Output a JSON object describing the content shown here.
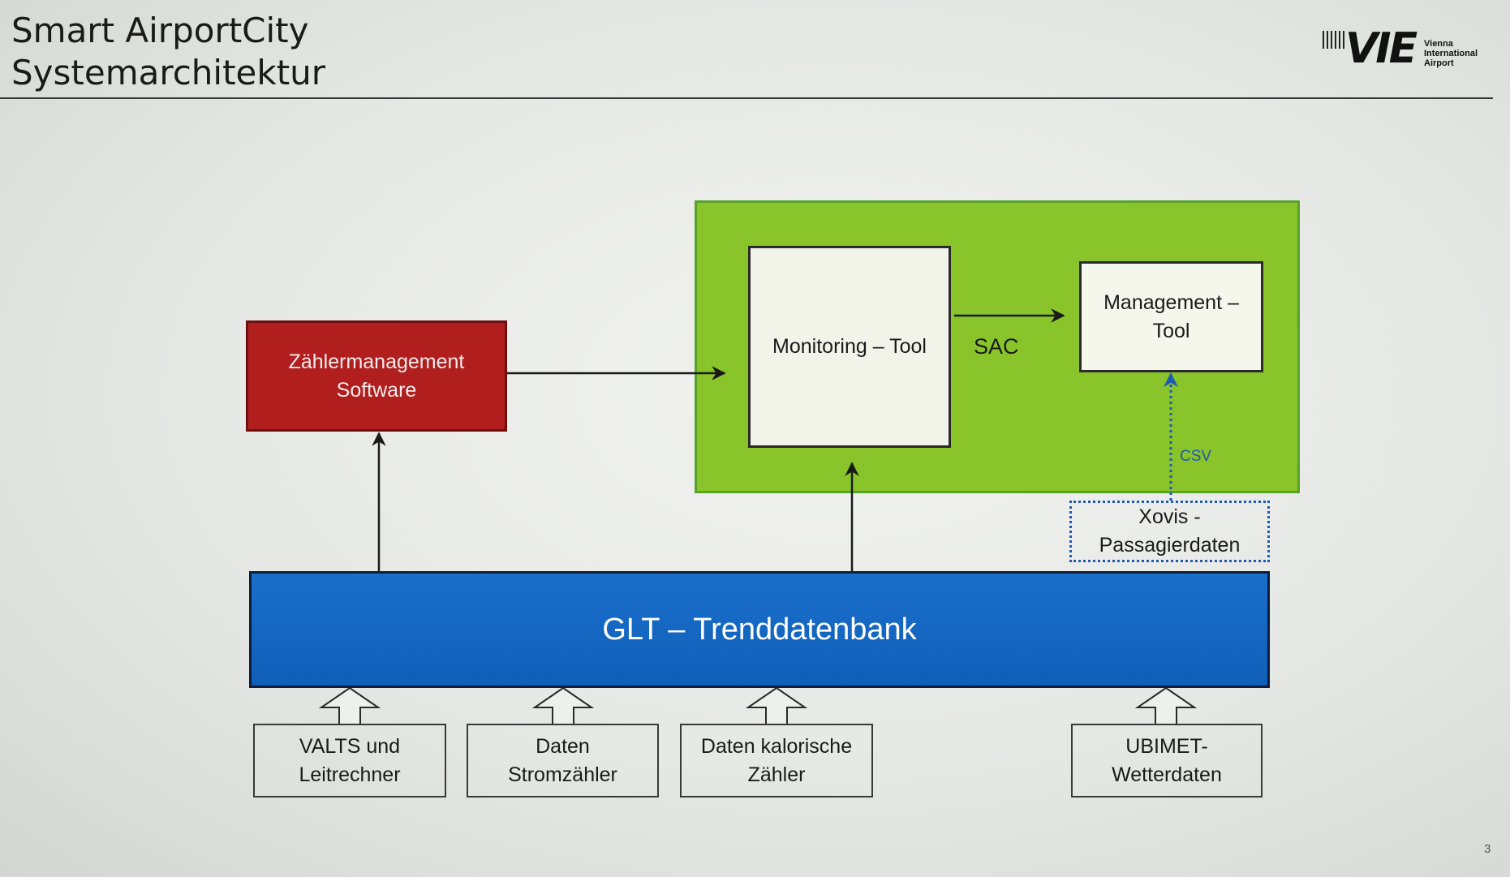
{
  "title": {
    "line1": "Smart AirportCity",
    "line2": "Systemarchitektur"
  },
  "logo": {
    "mark": "VIE",
    "line1": "Vienna",
    "line2": "International",
    "line3": "Airport"
  },
  "nodes": {
    "zaehler_line1": "Zählermanagement",
    "zaehler_line2": "Software",
    "monitoring": "Monitoring – Tool",
    "management_line1": "Management –",
    "management_line2": "Tool",
    "xovis_line1": "Xovis -",
    "xovis_line2": "Passagierdaten",
    "glt": "GLT – Trenddatenbank"
  },
  "sources": [
    {
      "line1": "VALTS und",
      "line2": "Leitrechner"
    },
    {
      "line1": "Daten",
      "line2": "Stromzähler"
    },
    {
      "line1": "Daten kalorische",
      "line2": "Zähler"
    },
    {
      "line1": "UBIMET-",
      "line2": "Wetterdaten"
    }
  ],
  "edge_labels": {
    "sac": "SAC",
    "csv": "CSV"
  },
  "page_number": "3",
  "colors": {
    "green_area": "#8ac42b",
    "red_box": "#b01e1e",
    "glt_blue": "#1368c2",
    "dotted_blue": "#1e58b0"
  }
}
